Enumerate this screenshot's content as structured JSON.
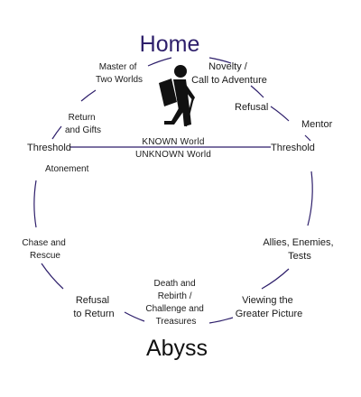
{
  "titles": {
    "top": "Home",
    "bottom": "Abyss"
  },
  "threshold_labels": {
    "left": "Threshold",
    "right": "Threshold"
  },
  "world_labels": {
    "known": "KNOWN World",
    "unknown": "UNKNOWN World"
  },
  "stages": {
    "novelty": [
      "Novelty /",
      "Call to Adventure"
    ],
    "refusal": [
      "Refusal"
    ],
    "mentor": [
      "Mentor"
    ],
    "allies": [
      "Allies, Enemies,",
      "Tests"
    ],
    "viewing": [
      "Viewing the",
      "Greater Picture"
    ],
    "death": [
      "Death and",
      "Rebirth /",
      "Challenge and",
      "Treasures"
    ],
    "refusal_return": [
      "Refusal",
      "to Return"
    ],
    "chase": [
      "Chase and",
      "Rescue"
    ],
    "atonement": [
      "Atonement"
    ],
    "return_gifts": [
      "Return",
      "and Gifts"
    ],
    "master": [
      "Master of",
      "Two Worlds"
    ]
  },
  "icon": {
    "name": "hiker-icon",
    "color": "#111111"
  },
  "colors": {
    "circle": "#2e1f6b",
    "home_title": "#2e1f6b",
    "text": "#1a1a1a"
  }
}
